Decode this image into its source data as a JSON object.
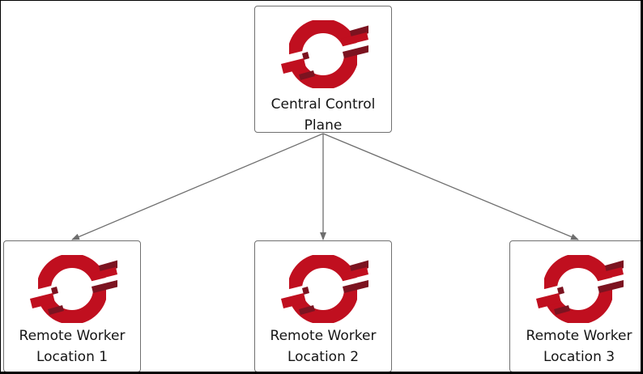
{
  "diagram": {
    "title": "Central control plane with remote worker locations",
    "colors": {
      "logo_red": "#c00f1f",
      "logo_shadow": "#7c1320",
      "edge": "#6e6e6e",
      "node_border": "#707070",
      "frame": "#000000"
    },
    "nodes": [
      {
        "id": "central",
        "label_line1": "Central Control",
        "label_line2": "Plane",
        "icon": "openshift-logo-icon"
      },
      {
        "id": "worker1",
        "label_line1": "Remote Worker",
        "label_line2": "Location 1",
        "icon": "openshift-logo-icon"
      },
      {
        "id": "worker2",
        "label_line1": "Remote Worker",
        "label_line2": "Location 2",
        "icon": "openshift-logo-icon"
      },
      {
        "id": "worker3",
        "label_line1": "Remote Worker",
        "label_line2": "Location 3",
        "icon": "openshift-logo-icon"
      }
    ],
    "edges": [
      {
        "from": "central",
        "to": "worker1"
      },
      {
        "from": "central",
        "to": "worker2"
      },
      {
        "from": "central",
        "to": "worker3"
      }
    ]
  }
}
